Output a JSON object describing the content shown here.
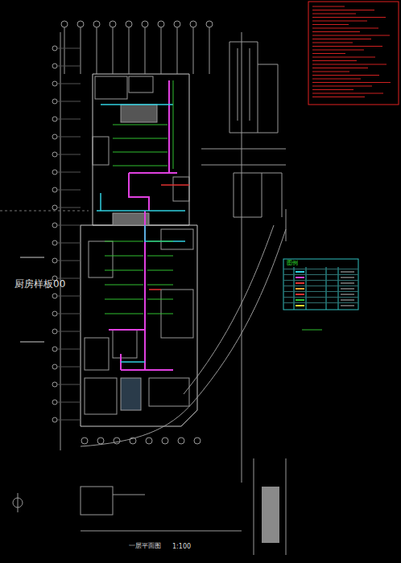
{
  "diagram": {
    "caption": "一层平面图",
    "labels": [
      "厨房样板00",
      "1:100",
      "图例"
    ]
  }
}
